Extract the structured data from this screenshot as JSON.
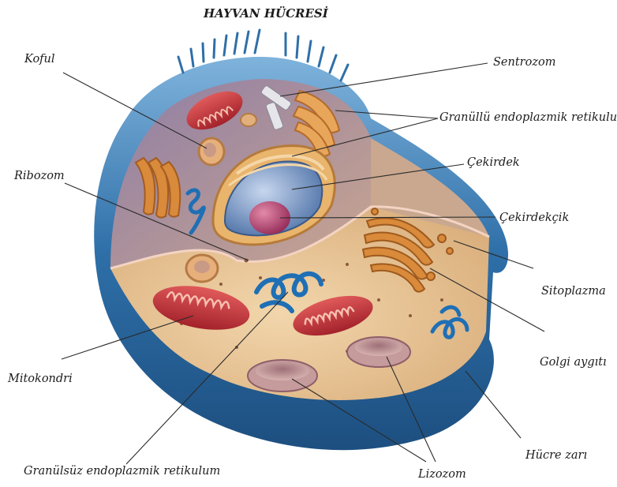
{
  "title": "HAYVAN HÜCRESİ",
  "labels": {
    "koful": "Koful",
    "ribozom": "Ribozom",
    "mitokondri": "Mitokondri",
    "granulsuz_er": "Granülsüz endoplazmik retikulum",
    "sentrozom": "Sentrozom",
    "granullu_er": "Granüllü endoplazmik retikulum",
    "cekirdek": "Çekirdek",
    "cekirdekcik": "Çekirdekçik",
    "sitoplazma": "Sitoplazma",
    "golgi": "Golgi aygıtı",
    "hucre_zari": "Hücre zarı",
    "lizozom": "Lizozom"
  },
  "colors": {
    "membrane_outer": "#2e6fa8",
    "membrane_light": "#7fb3dc",
    "cytoplasm": "#e9c79a",
    "cytoplasm_inner": "#a7879a",
    "mitochondria": "#c9343a",
    "nucleus": "#5d7fb0",
    "nucleolus": "#b03a6a",
    "golgi": "#d98a3a",
    "smooth_er": "#2a7bc0",
    "lysosome": "#b98f8f"
  }
}
